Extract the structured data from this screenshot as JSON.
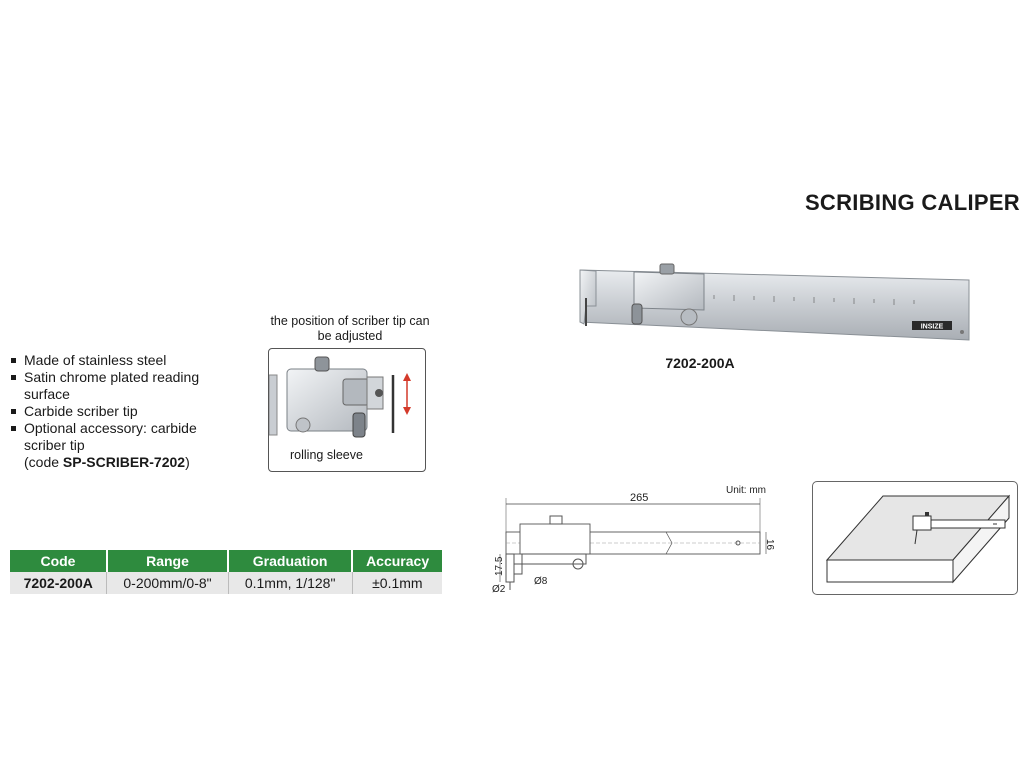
{
  "title": "SCRIBING CALIPER",
  "model_code": "7202-200A",
  "features": [
    {
      "text": "Made of stainless steel"
    },
    {
      "text": "Satin chrome plated reading surface"
    },
    {
      "text": "Carbide scriber tip"
    },
    {
      "text": "Optional accessory: carbide scriber tip"
    },
    {
      "prefix": "(code ",
      "bold": "SP-SCRIBER-7202",
      "suffix": ")"
    }
  ],
  "detail": {
    "caption": "the position of scriber tip can be adjusted",
    "rolling_label": "rolling sleeve"
  },
  "spec_table": {
    "headers": [
      "Code",
      "Range",
      "Graduation",
      "Accuracy"
    ],
    "rows": [
      [
        "7202-200A",
        "0-200mm/0-8\"",
        "0.1mm, 1/128\"",
        "±0.1mm"
      ]
    ]
  },
  "drawing": {
    "unit": "Unit: mm",
    "length": "265",
    "height": "16",
    "jaw_depth": "17.5",
    "tip_dia": "Ø2",
    "sleeve_dia": "Ø8"
  },
  "photo": {
    "brand_mark": "INSIZE"
  },
  "colors": {
    "table_header": "#2e8b3e",
    "table_row": "#e8e8e8"
  }
}
